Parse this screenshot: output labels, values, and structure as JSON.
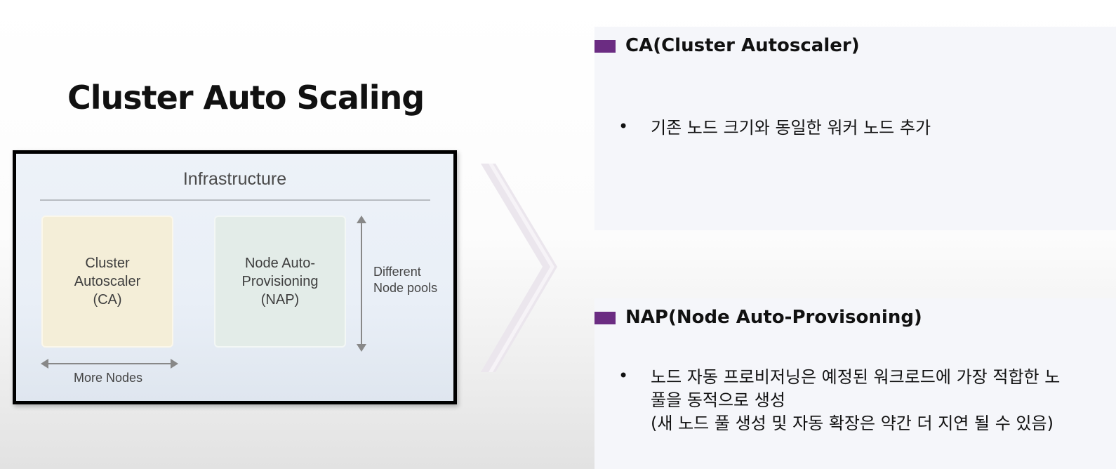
{
  "slide": {
    "title": "Cluster Auto Scaling"
  },
  "diagram": {
    "header": "Infrastructure",
    "ca_box": "Cluster\nAutoscaler\n(CA)",
    "nap_box": "Node Auto-\nProvisioning\n(NAP)",
    "vertical_label": "Different\nNode pools",
    "horizontal_label": "More Nodes",
    "colors": {
      "ca_box": "#f4eed8",
      "nap_box": "#e3ece8",
      "frame": "#000000"
    }
  },
  "sections": {
    "ca": {
      "heading": "CA(Cluster Autoscaler)",
      "bullet": "기존 노드 크기와 동일한 워커 노드 추가"
    },
    "nap": {
      "heading": "NAP(Node Auto-Provisoning)",
      "bullet_line1": "노드 자동 프로비저닝은 예정된 워크로드에 가장 적합한 노",
      "bullet_line2": "풀을 동적으로 생성",
      "bullet_line3": "(새 노드 풀 생성 및 자동 확장은 약간 더 지연 될 수 있음)"
    },
    "marker_color": "#6b2c82",
    "bullet_symbol": "•"
  }
}
